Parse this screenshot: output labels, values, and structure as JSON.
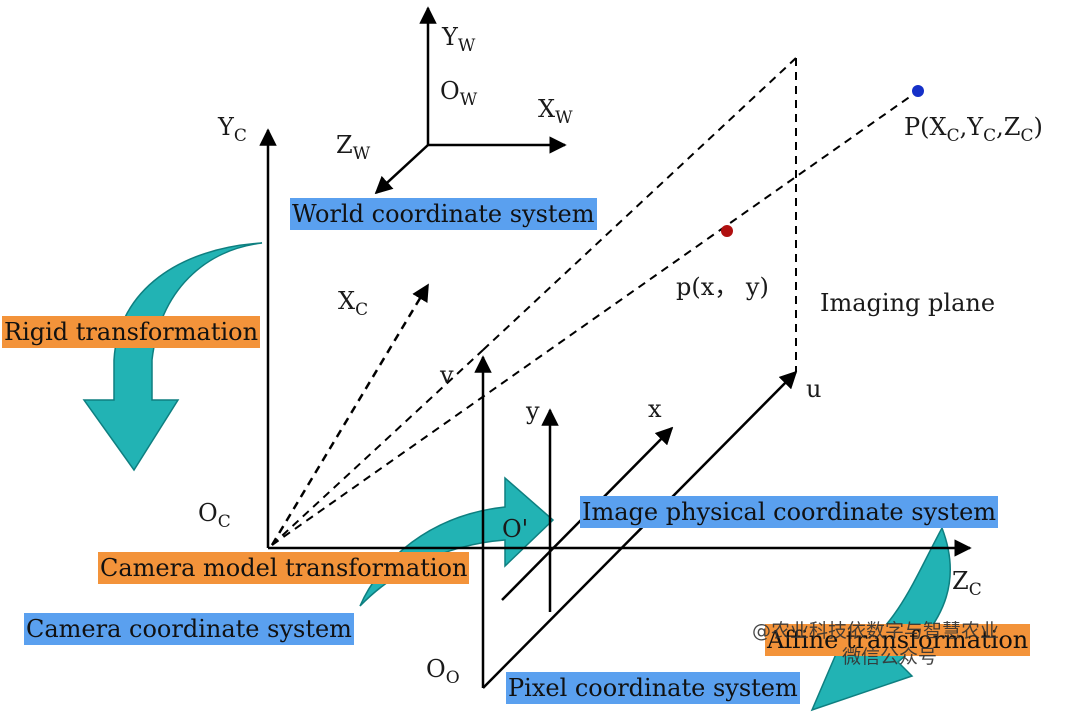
{
  "colors": {
    "label_blue": "#5aa0ef",
    "label_orange": "#f3933a",
    "arrow_teal": "#22b3b4",
    "point_blue": "#1530c8",
    "point_red": "#b01010"
  },
  "axes": {
    "world_origin": [
      "O",
      "W"
    ],
    "world_y": [
      "Y",
      "W"
    ],
    "world_x": [
      "X",
      "W"
    ],
    "world_z": [
      "Z",
      "W"
    ],
    "camera_y": [
      "Y",
      "C"
    ],
    "camera_x": [
      "X",
      "C"
    ],
    "camera_z": [
      "Z",
      "C"
    ],
    "camera_origin": [
      "O",
      "C"
    ],
    "pixel_origin": [
      "O",
      "O"
    ],
    "image_origin": "O'",
    "v": "v",
    "u": "u",
    "x": "x",
    "y": "y"
  },
  "points": {
    "world_point": "P(X C,Y C,Z C)",
    "world_point_parts": [
      "P(X",
      "C",
      ",Y",
      "C",
      ",Z",
      "C",
      ")"
    ],
    "image_point": "p(x， y)"
  },
  "text": {
    "imaging_plane": "Imaging plane"
  },
  "blue_labels": {
    "world": "World coordinate system",
    "image_physical": "Image physical coordinate system",
    "camera": "Camera coordinate system",
    "pixel": "Pixel coordinate system"
  },
  "orange_labels": {
    "rigid": "Rigid transformation",
    "camera_model": "Camera model transformation",
    "affine": "Affine transformation"
  },
  "watermark": {
    "line1": "@农业科技依数字与智慧农业",
    "line2": "微信公众号"
  }
}
